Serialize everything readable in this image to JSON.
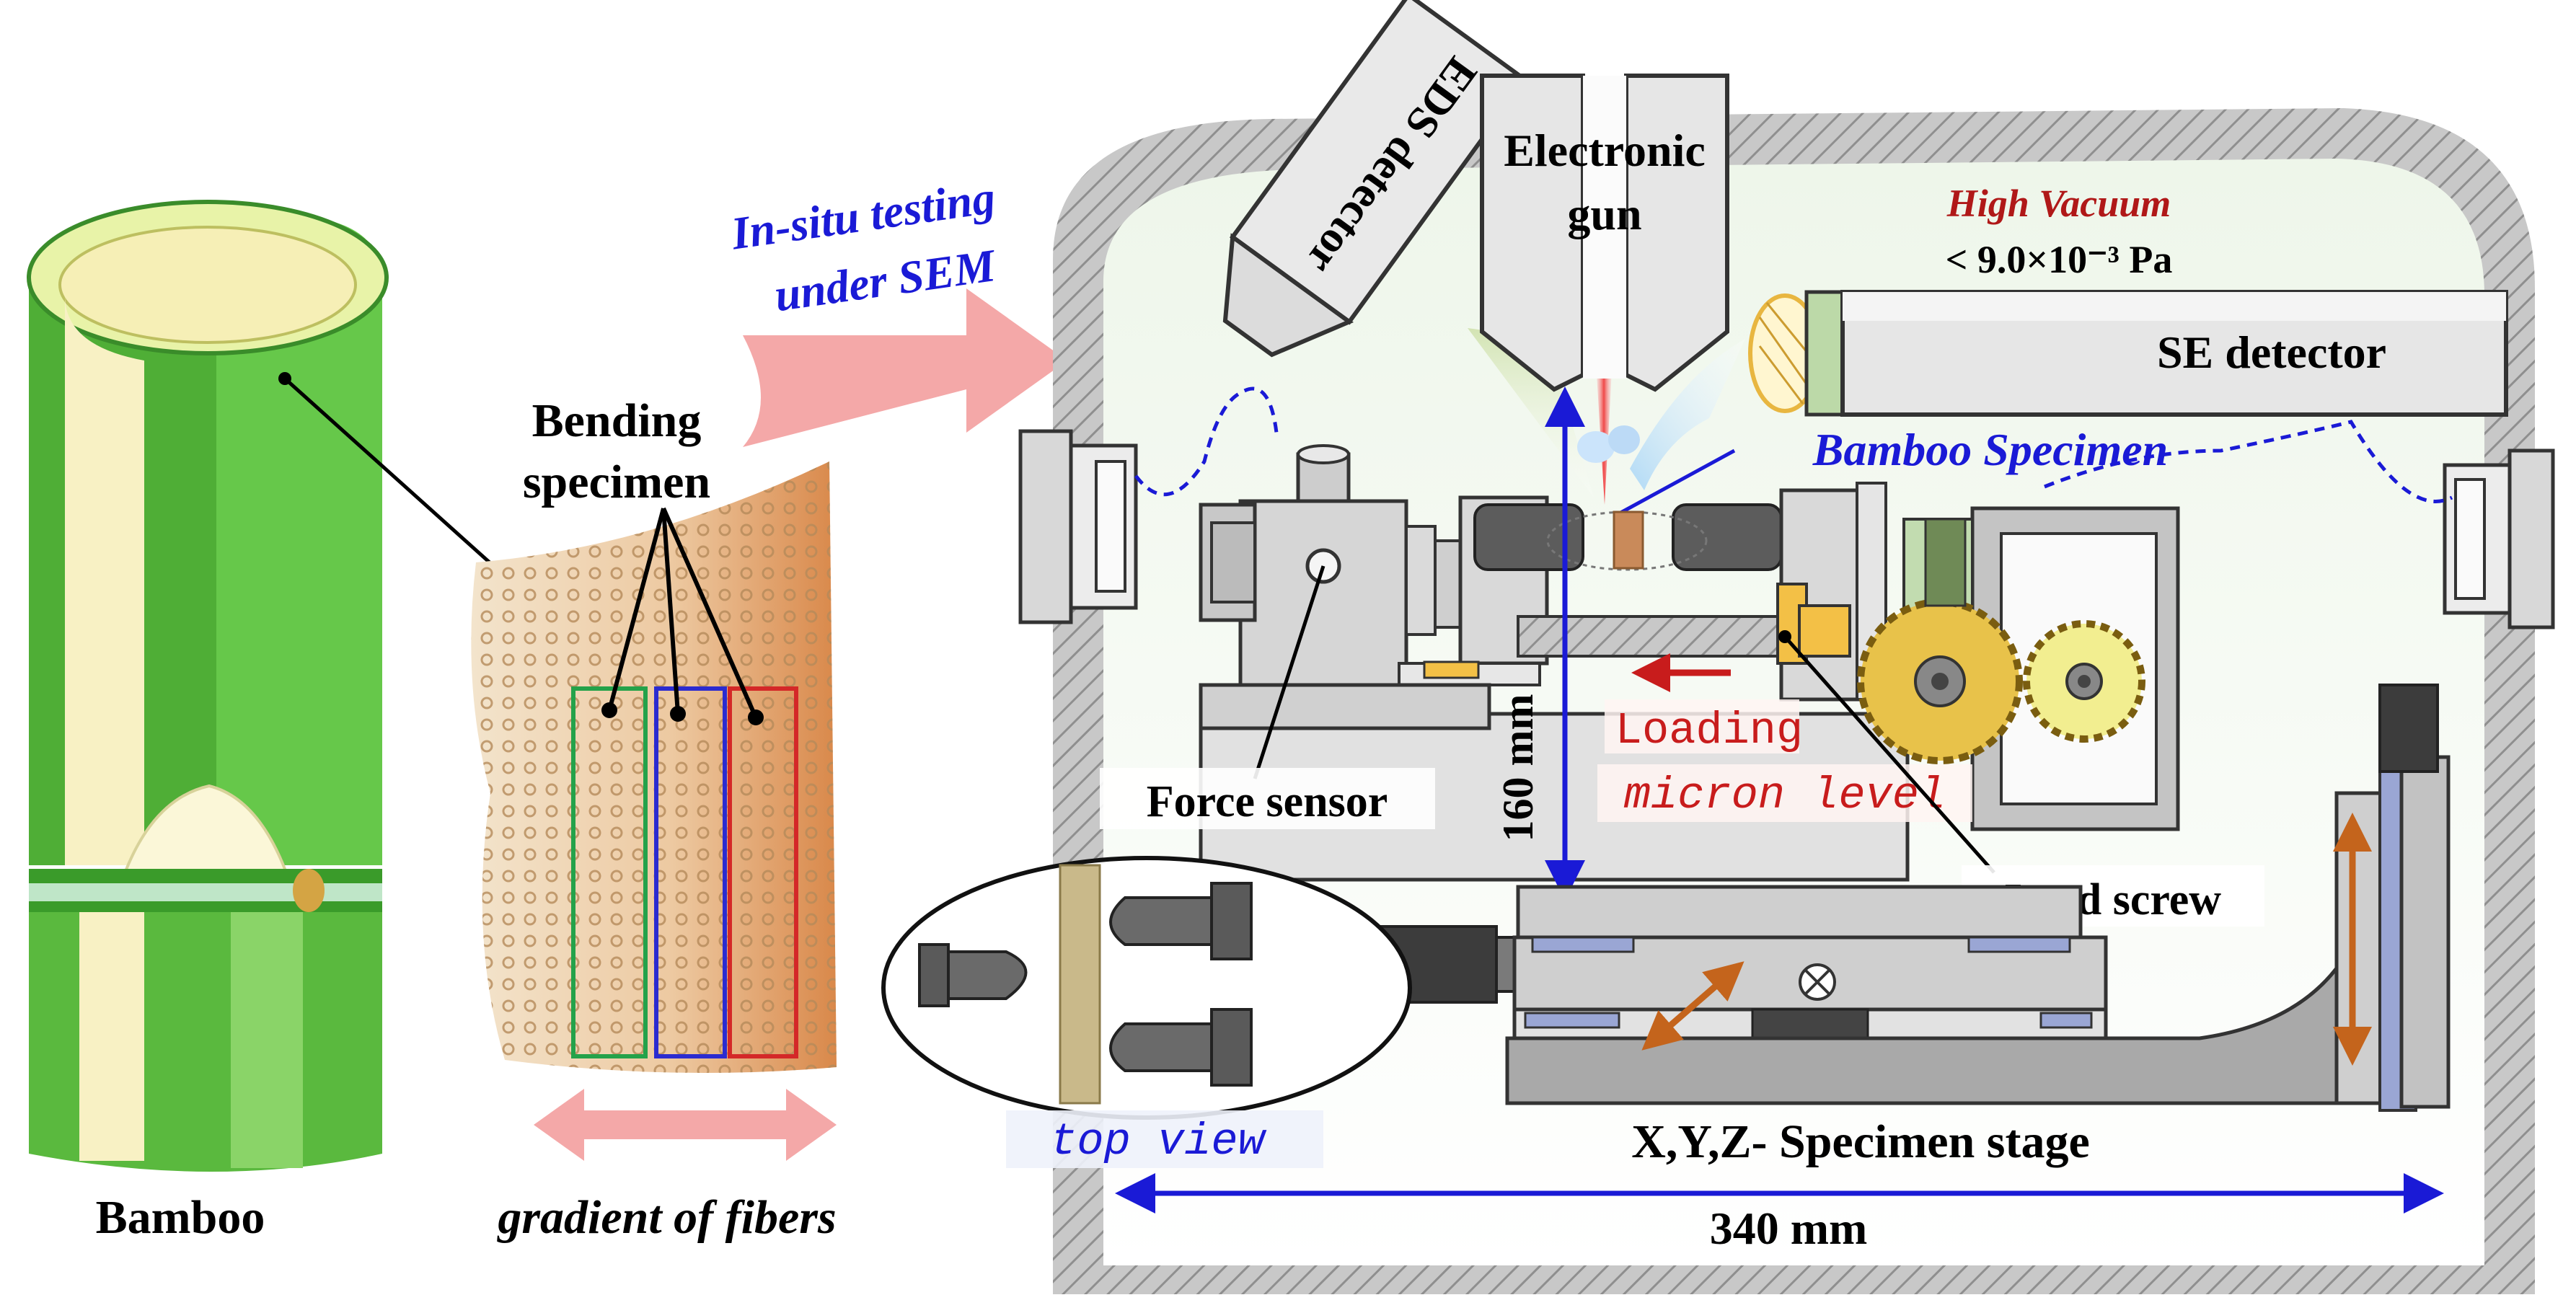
{
  "labels": {
    "bamboo": "Bamboo",
    "bending_specimen_line1": "Bending",
    "bending_specimen_line2": "specimen",
    "gradient": "gradient of fibers",
    "insitu_line1": "In-situ testing",
    "insitu_line2": "under SEM",
    "eds_detector": "EDS detector",
    "electronic_gun_line1": "Electronic",
    "electronic_gun_line2": "gun",
    "high_vacuum_line1": "High Vacuum",
    "high_vacuum_line2": "< 9.0×10⁻³ Pa",
    "se_detector": "SE detector",
    "bamboo_specimen": "Bamboo Specimen",
    "force_sensor": "Force sensor",
    "loading_line1": "Loading",
    "loading_line2": "micron level",
    "height": "160 mm",
    "lead_screw": "Lead screw",
    "top_view": "top view",
    "stage": "X,Y,Z- Specimen stage",
    "width": "340 mm"
  },
  "colors": {
    "bamboo_green": "#5cc23c",
    "bamboo_inner": "#f4eda8",
    "chamber_gray": "#b9b9b9",
    "dimension_blue": "#1a1ad6",
    "vacuum_red": "#b01818",
    "loading_red": "#c81c1c",
    "arrow_pink": "#f7a3a3",
    "stage_arrow": "#c4641c",
    "gear_gold": "#e8c24a"
  }
}
